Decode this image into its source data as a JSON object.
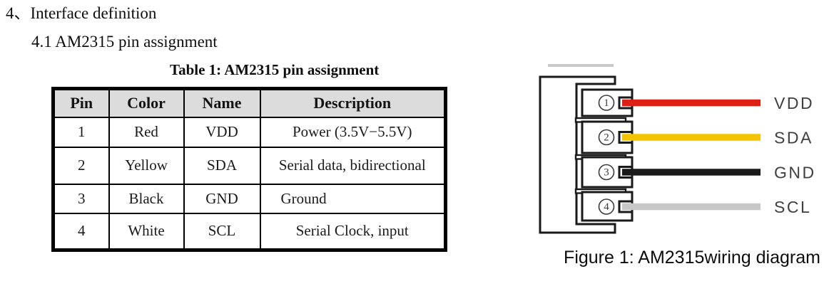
{
  "page": {
    "heading": "4、Interface definition",
    "subheading": "4.1 AM2315 pin assignment"
  },
  "table": {
    "caption": "Table 1: AM2315 pin assignment",
    "headers": [
      "Pin",
      "Color",
      "Name",
      "Description"
    ],
    "rows": [
      [
        "1",
        "Red",
        "VDD",
        "Power (3.5V−5.5V)"
      ],
      [
        "2",
        "Yellow",
        "SDA",
        "Serial data, bidirectional"
      ],
      [
        "3",
        "Black",
        "GND",
        "Ground"
      ],
      [
        "4",
        "White",
        "SCL",
        "Serial Clock, input"
      ]
    ]
  },
  "figure": {
    "caption": "Figure 1: AM2315wiring diagram",
    "pins": [
      {
        "number": "1",
        "signal": "VDD",
        "wire_color_name": "red",
        "wire_hex": "#dd2016"
      },
      {
        "number": "2",
        "signal": "SDA",
        "wire_color_name": "yellow",
        "wire_hex": "#f5c400"
      },
      {
        "number": "3",
        "signal": "GND",
        "wire_color_name": "black",
        "wire_hex": "#1a1a1a"
      },
      {
        "number": "4",
        "signal": "SCL",
        "wire_color_name": "white",
        "wire_hex": "#c8c8c8"
      }
    ],
    "colors": {
      "outline": "#1a1a1a",
      "circle_stroke": "#3a3a3a",
      "label_text": "#3f3f3f",
      "top_shadow": "#c9c9c9"
    }
  }
}
